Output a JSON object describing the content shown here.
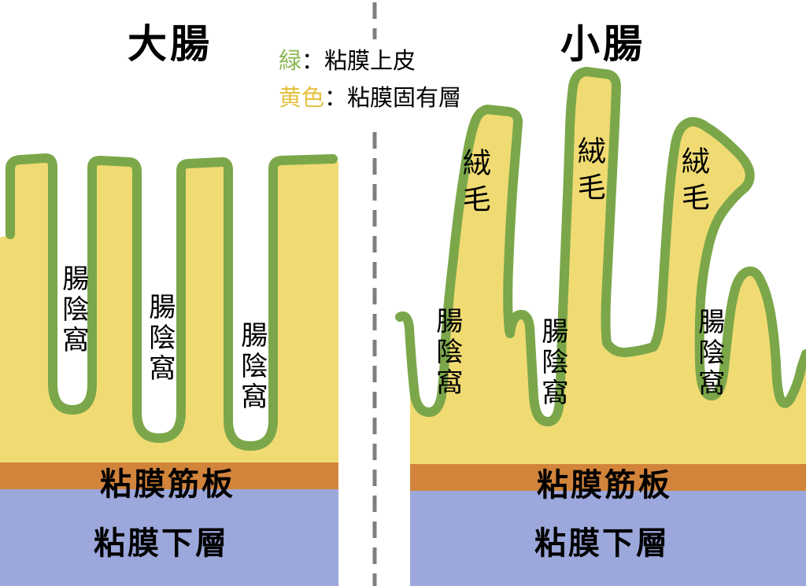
{
  "diagram": {
    "left_panel": {
      "title": "大腸",
      "crypt_labels": [
        "腸陰窩",
        "腸陰窩",
        "腸陰窩"
      ],
      "muscularis_label": "粘膜筋板",
      "submucosa_label": "粘膜下層"
    },
    "right_panel": {
      "title": "小腸",
      "villus_labels": [
        "絨毛",
        "絨毛",
        "絨毛"
      ],
      "crypt_labels": [
        "腸陰窩",
        "腸陰窩",
        "腸陰窩"
      ],
      "muscularis_label": "粘膜筋板",
      "submucosa_label": "粘膜下層"
    },
    "legend": {
      "items": [
        {
          "term": "緑",
          "desc": "：粘膜上皮",
          "color": "#8CB857"
        },
        {
          "term": "黄色",
          "desc": "：粘膜固有層",
          "color": "#E6C23E"
        }
      ]
    },
    "colors": {
      "epithelium_green": "#7BA74A",
      "lamina_propria_yellow": "#F0DB72",
      "muscularis_orange": "#D2843B",
      "submucosa_blue": "#9CA8DB",
      "divider_gray": "#7F7F7F",
      "text_black": "#000000"
    }
  }
}
